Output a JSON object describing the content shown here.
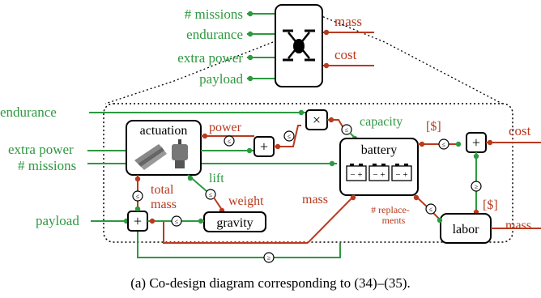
{
  "top": {
    "inputs": [
      "# missions",
      "endurance",
      "extra power",
      "payload"
    ],
    "outputs": [
      "mass",
      "cost"
    ],
    "icon": "drone-icon"
  },
  "main": {
    "external_inputs": [
      "endurance",
      "extra power",
      "# missions",
      "payload"
    ],
    "external_outputs": [
      "cost",
      "mass"
    ],
    "blocks": {
      "actuation": "actuation",
      "battery": "battery",
      "gravity": "gravity",
      "labor": "labor"
    },
    "signals": {
      "power": "power",
      "capacity": "capacity",
      "dollar_battery": "[$]",
      "dollar_labor": "[$]",
      "lift": "lift",
      "weight": "weight",
      "total": "total",
      "mass": "mass",
      "mass_battery": "mass",
      "replacements_line1": "# replace-",
      "replacements_line2": "ments"
    },
    "ops": {
      "plus": "+",
      "times": "×",
      "le": "≤",
      "ge": "≥"
    },
    "icons": {
      "actuation_img": "motor-propeller-icon",
      "battery_img": "battery-cells-icon"
    }
  },
  "caption": "(a) Co-design diagram corresponding to (34)–(35)."
}
